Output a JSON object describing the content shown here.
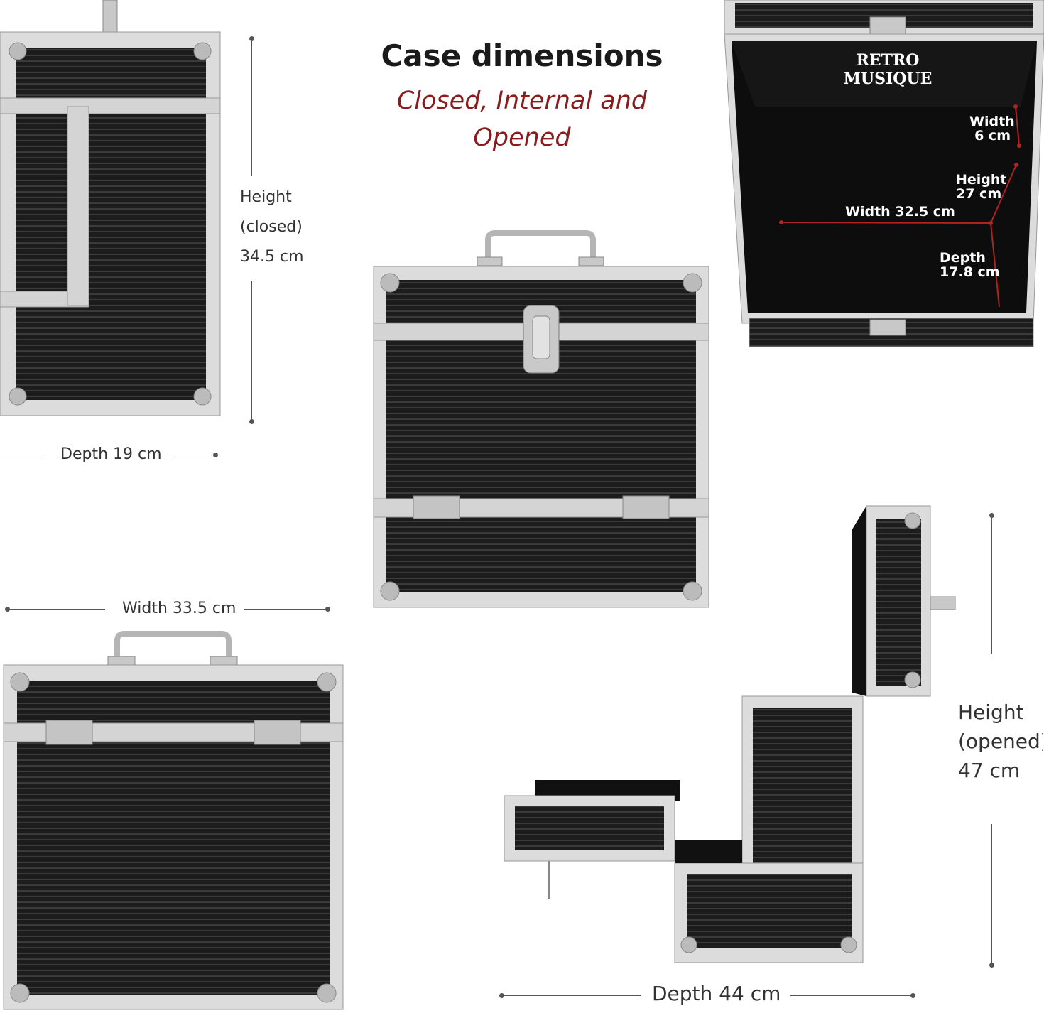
{
  "header": {
    "title": "Case dimensions",
    "subtitle_line1": "Closed, Internal and",
    "subtitle_line2": "Opened"
  },
  "side_view": {
    "height_label": "Height",
    "height_note": "(closed)",
    "height_value": "34.5 cm",
    "depth_label": "Depth 19 cm"
  },
  "front_view": {
    "width_label": "Width 33.5 cm"
  },
  "open_view": {
    "height_label": "Height",
    "height_note": "(opened)",
    "height_value": "47 cm",
    "depth_label": "Depth 44 cm"
  },
  "interior": {
    "brand": "RETRO MUSIQUE",
    "lid_width_label": "Width",
    "lid_width_value": "6 cm",
    "height_label": "Height",
    "height_value": "27 cm",
    "width_label": "Width 32.5 cm",
    "depth_label": "Depth",
    "depth_value": "17.8 cm"
  },
  "colors": {
    "panel": "#1c1c1c",
    "frame": "#d9d9d9",
    "accent_red": "#8a1c1c",
    "measure_red": "#b22222"
  }
}
